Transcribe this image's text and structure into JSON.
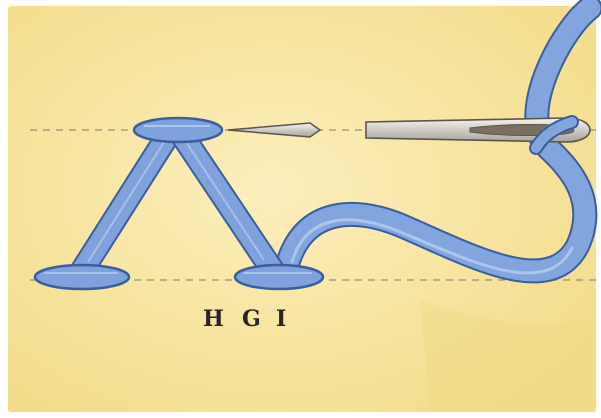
{
  "labels": {
    "h": "H",
    "g": "G",
    "i": "I"
  },
  "colors": {
    "fabric": "#f7e6a2",
    "fabric_light": "#fbefbf",
    "thread": "#7fa2dc",
    "thread_dark": "#3b5f9e",
    "needle": "#d9d6d0",
    "guide_line": "#9a8c7a",
    "label_text": "#2b2522"
  }
}
